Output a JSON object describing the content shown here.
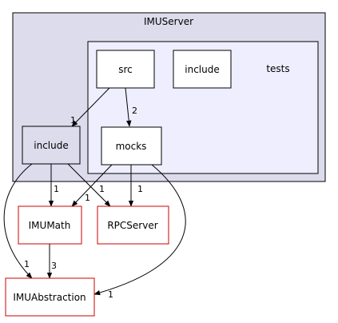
{
  "diagram": {
    "clusters": {
      "outer": {
        "label": "IMUServer",
        "fill": "#dcdcec",
        "stroke": "#000000"
      },
      "inner": {
        "label": "tests",
        "fill": "#eeeeff",
        "stroke": "#000000"
      }
    },
    "nodes": {
      "src": {
        "label": "src",
        "fill": "#ffffff",
        "stroke": "#000000"
      },
      "tests_include": {
        "label": "include",
        "fill": "#ffffff",
        "stroke": "#000000"
      },
      "mocks": {
        "label": "mocks",
        "fill": "#ffffff",
        "stroke": "#000000"
      },
      "include": {
        "label": "include",
        "fill": "#dcdcec",
        "stroke": "#000000"
      },
      "imumath": {
        "label": "IMUMath",
        "fill": "#ffffff",
        "stroke": "#cc0000"
      },
      "rpcserver": {
        "label": "RPCServer",
        "fill": "#ffffff",
        "stroke": "#cc0000"
      },
      "imuabstraction": {
        "label": "IMUAbstraction",
        "fill": "#ffffff",
        "stroke": "#cc0000"
      }
    },
    "edges": {
      "src_include": {
        "from": "src",
        "to": "include",
        "label": "1"
      },
      "src_mocks": {
        "from": "src",
        "to": "mocks",
        "label": "2"
      },
      "include_imumath": {
        "from": "include",
        "to": "imumath",
        "label": "1"
      },
      "include_rpcserver": {
        "from": "include",
        "to": "rpcserver",
        "label": "1"
      },
      "include_imuabstraction": {
        "from": "include",
        "to": "imuabstraction",
        "label": "1"
      },
      "mocks_imumath": {
        "from": "mocks",
        "to": "imumath",
        "label": "1"
      },
      "mocks_rpcserver": {
        "from": "mocks",
        "to": "rpcserver",
        "label": "1"
      },
      "mocks_imuabstraction": {
        "from": "mocks",
        "to": "imuabstraction",
        "label": "1"
      },
      "imumath_imuabstraction": {
        "from": "imumath",
        "to": "imuabstraction",
        "label": "3"
      }
    }
  }
}
